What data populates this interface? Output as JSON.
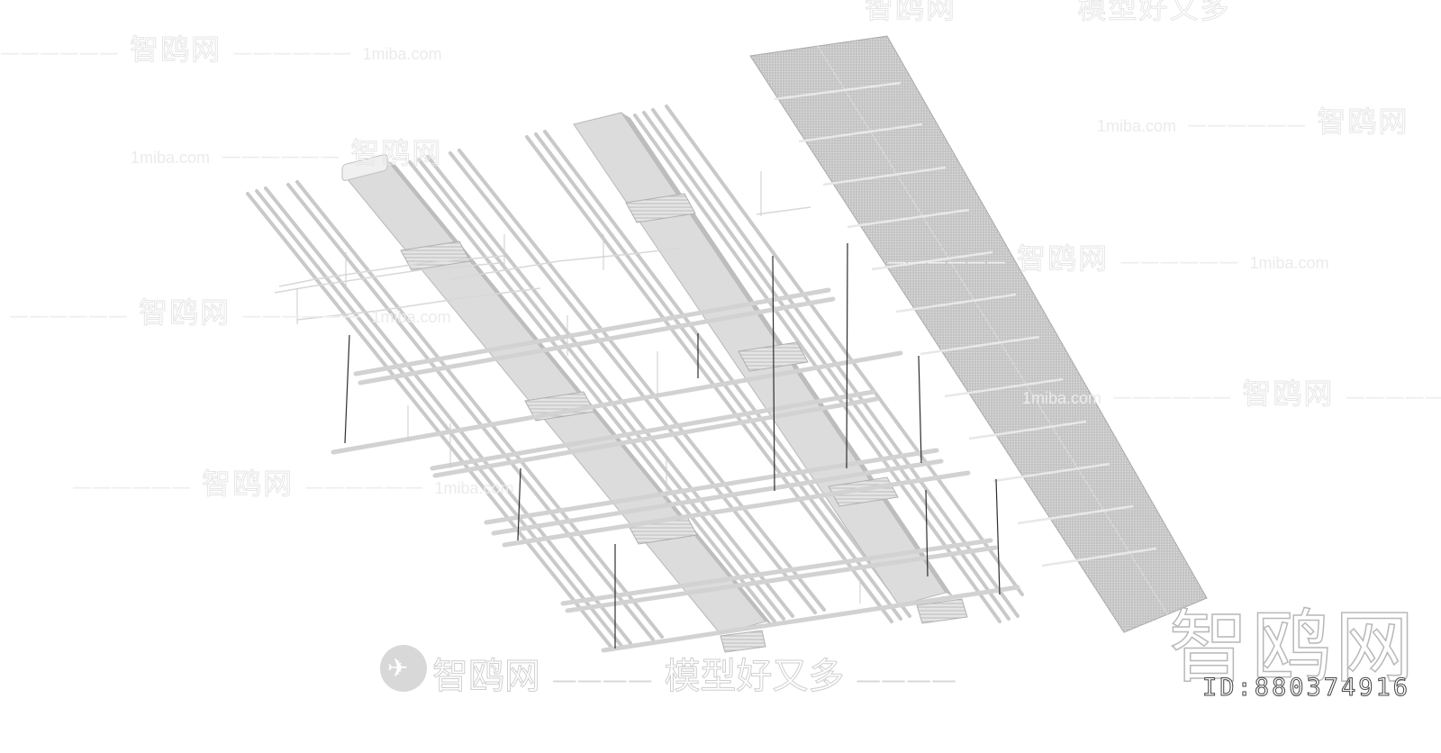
{
  "image": {
    "subject": "isometric ceiling MEP model render: ducts with grilles, pipe runs, cable trays, hangers, and a perforated ceiling panel strip",
    "colors": {
      "background": "#ffffff",
      "duct_face": "#dedede",
      "duct_side": "#c8c8c8",
      "pipe": "#cfcfcf",
      "panel": "#bdbdbd",
      "hanger": "#333333",
      "watermark": "#e6e6e6"
    }
  },
  "watermarks": {
    "brand_cn": "智鸥网",
    "site": "1miba.com",
    "slogan": "模型好又多",
    "dash": "——————",
    "dash_short": "————",
    "big_brand": "智鸥网",
    "id_label": "ID:880374916"
  }
}
